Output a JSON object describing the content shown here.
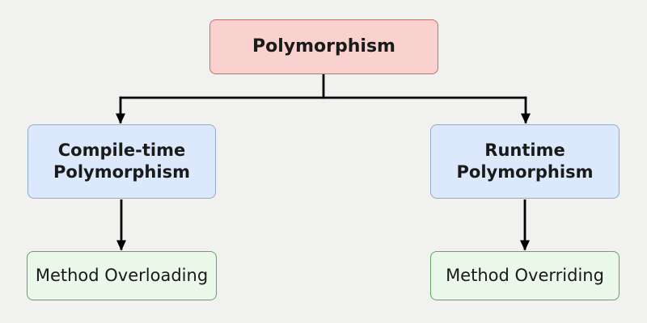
{
  "canvas": {
    "background": "#f1f1ef",
    "connector_color": "#000000"
  },
  "nodes": {
    "root": {
      "label": "Polymorphism",
      "fill": "#f9d1cf",
      "border": "#c0716c",
      "text_color": "#1a1a1a"
    },
    "compile_time": {
      "label": "Compile-time\nPolymorphism",
      "fill": "#dce8fb",
      "border": "#92abcb",
      "text_color": "#1a1a1a"
    },
    "runtime": {
      "label": "Runtime\nPolymorphism",
      "fill": "#dce8fb",
      "border": "#92abcb",
      "text_color": "#1a1a1a"
    },
    "overloading": {
      "label": "Method Overloading",
      "fill": "#eaf8e9",
      "border": "#5fa463",
      "text_color": "#1a1a1a"
    },
    "overriding": {
      "label": "Method Overriding",
      "fill": "#eaf8e9",
      "border": "#5fa463",
      "text_color": "#1a1a1a"
    }
  }
}
